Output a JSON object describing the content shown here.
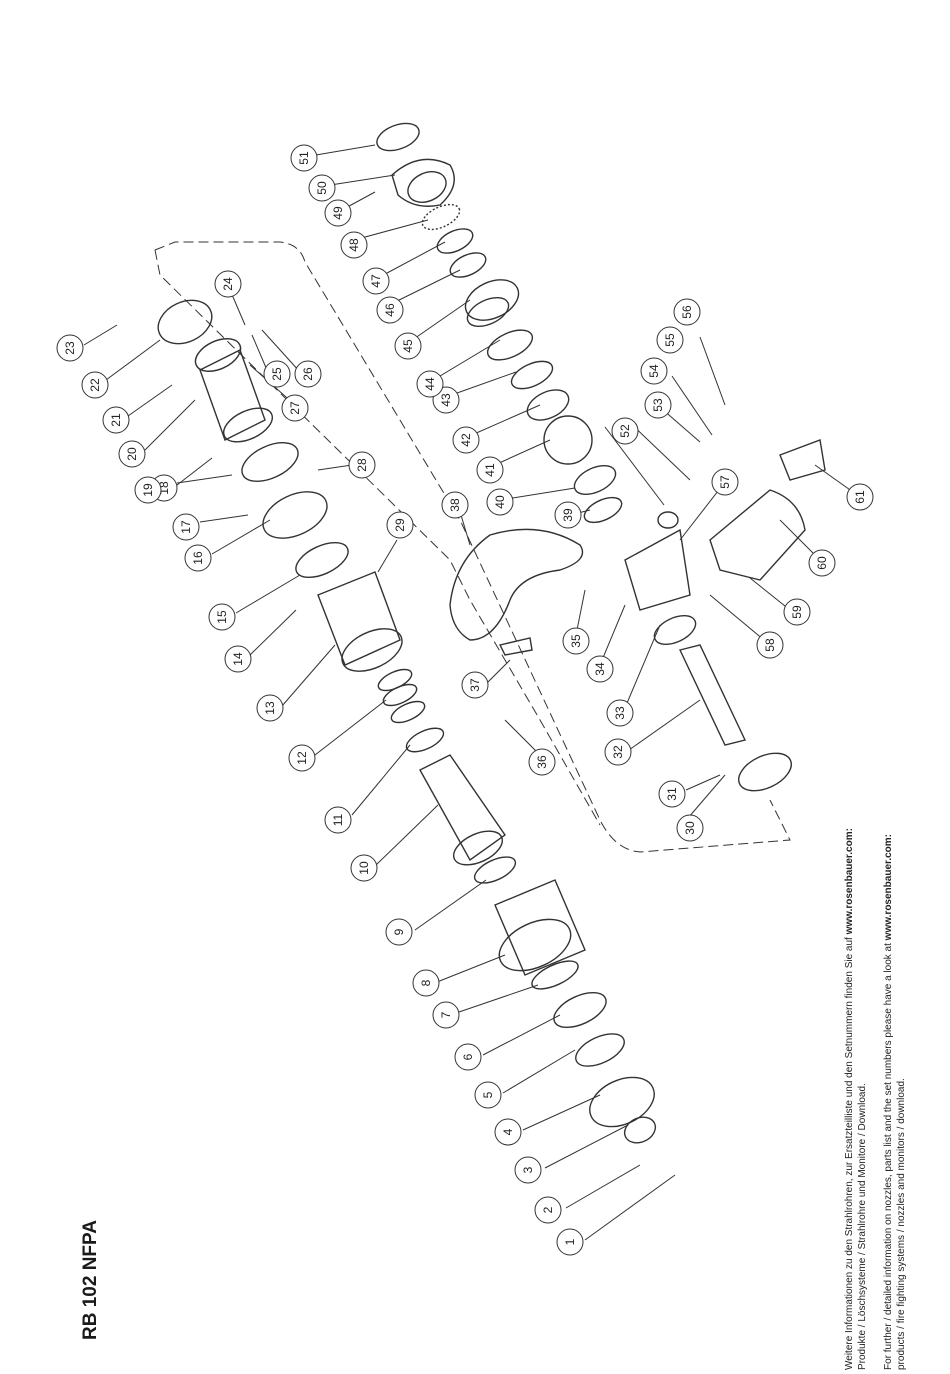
{
  "title": "RB 102 NFPA",
  "footer": {
    "de_line1": "Weitere Informationen zu den Strahlrohren, zur Ersatzteilliste und den Setnummern finden Sie auf ",
    "de_link": "www.rosenbauer.com:",
    "de_line2": "Produkte / Löschsysteme / Strahlrohre und Monitore / Download.",
    "en_line1": "For further / detailed information on nozzles, parts list and the set numbers please have a look at ",
    "en_link": "www.rosenbauer.com:",
    "en_line2": "products / fire fighting systems / nozzles and monitors / download."
  },
  "part_numbers": [
    "1",
    "2",
    "3",
    "4",
    "5",
    "6",
    "7",
    "8",
    "9",
    "10",
    "11",
    "12",
    "13",
    "14",
    "15",
    "16",
    "17",
    "18",
    "19",
    "20",
    "21",
    "22",
    "23",
    "24",
    "25",
    "26",
    "27",
    "28",
    "29",
    "30",
    "31",
    "32",
    "33",
    "34",
    "35",
    "36",
    "37",
    "38",
    "39",
    "40",
    "41",
    "42",
    "43",
    "44",
    "45",
    "46",
    "47",
    "48",
    "49",
    "50",
    "51",
    "52",
    "53",
    "54",
    "55",
    "56",
    "57",
    "58",
    "59",
    "60",
    "61"
  ]
}
